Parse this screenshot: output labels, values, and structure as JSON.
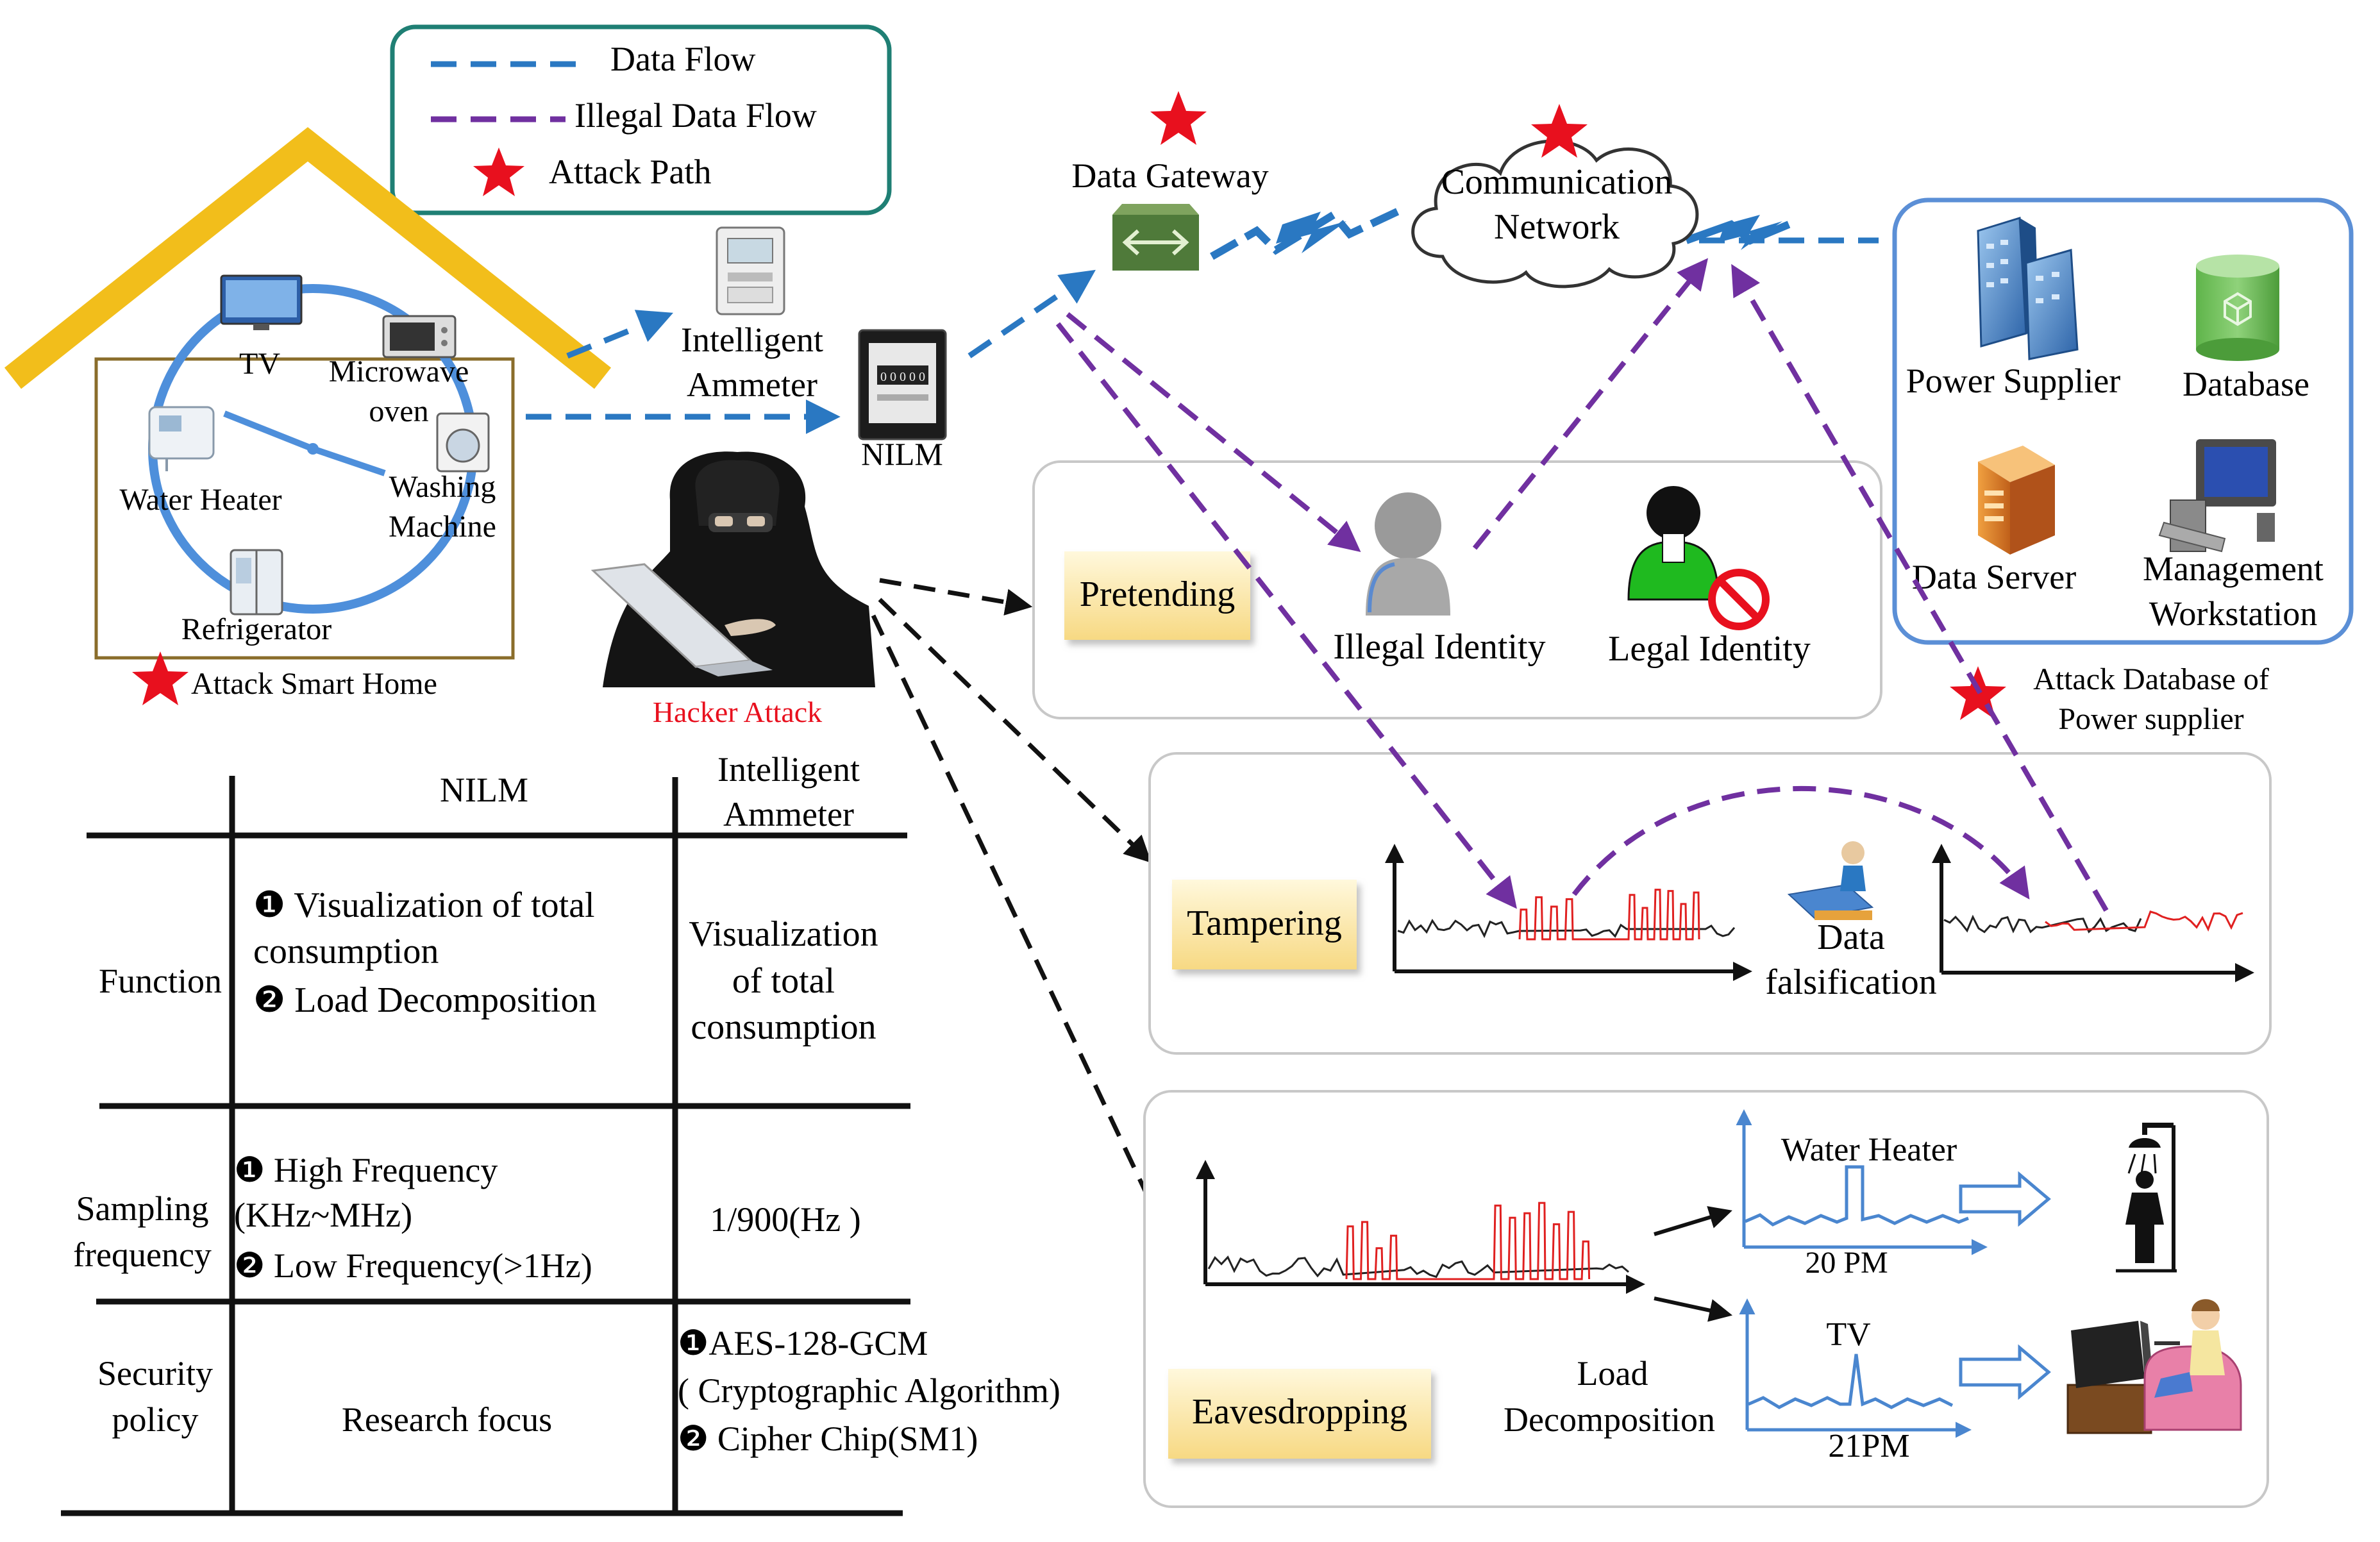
{
  "legend": {
    "data_flow": "Data Flow",
    "illegal_data_flow": "Illegal Data Flow",
    "attack_path": "Attack Path"
  },
  "home": {
    "appliances": {
      "tv": "TV",
      "microwave_line1": "Microwave",
      "microwave_line2": "oven",
      "water_heater": "Water Heater",
      "washing_line1": "Washing",
      "washing_line2": "Machine",
      "refrigerator": "Refrigerator"
    },
    "attack_label": "Attack Smart Home"
  },
  "devices": {
    "ammeter_line1": "Intelligent",
    "ammeter_line2": "Ammeter",
    "nilm": "NILM",
    "gateway": "Data Gateway",
    "network_line1": "Communication",
    "network_line2": "Network"
  },
  "supplier": {
    "power_supplier": "Power Supplier",
    "database": "Database",
    "data_server": "Data Server",
    "workstation_line1": "Management",
    "workstation_line2": "Workstation",
    "attack_line1": "Attack Database of",
    "attack_line2": "Power supplier"
  },
  "hacker": {
    "label": "Hacker Attack"
  },
  "attacks": {
    "pretending": {
      "label": "Pretending",
      "illegal_identity": "Illegal Identity",
      "legal_identity": "Legal Identity"
    },
    "tampering": {
      "label": "Tampering",
      "falsification_line1": "Data",
      "falsification_line2": "falsification"
    },
    "eavesdropping": {
      "label": "Eavesdropping",
      "load_line1": "Load",
      "load_line2": "Decomposition",
      "water_heater": "Water Heater",
      "water_time": "20 PM",
      "tv": "TV",
      "tv_time": "21PM"
    }
  },
  "table": {
    "header": {
      "nilm": "NILM",
      "ammeter_line1": "Intelligent",
      "ammeter_line2": "Ammeter"
    },
    "function": {
      "label": "Function",
      "nilm_line1": "❶ Visualization of total",
      "nilm_line2": "consumption",
      "nilm_line3": "❷    Load Decomposition",
      "ammeter_line1": "Visualization",
      "ammeter_line2": "of total",
      "ammeter_line3": "consumption"
    },
    "sampling": {
      "label_line1": "Sampling",
      "label_line2": "frequency",
      "nilm_line1": "❶ High Frequency",
      "nilm_line2": "(KHz~MHz)",
      "nilm_line3": "❷ Low Frequency(>1Hz)",
      "ammeter": "1/900(Hz )"
    },
    "security": {
      "label_line1": "Security",
      "label_line2": "policy",
      "nilm": "Research focus",
      "ammeter_line1": "❶AES-128-GCM",
      "ammeter_line2": "( Cryptographic Algorithm)",
      "ammeter_line3": "❷ Cipher Chip(SM1)"
    }
  },
  "colors": {
    "data_flow": "#2a78c2",
    "illegal_flow": "#7030a0",
    "attack_star": "#e8101e",
    "roof": "#f2be1b",
    "legend_border": "#1f7f74",
    "supplier_border": "#5b8fd6",
    "label_fill": "#fbe9b0",
    "signal_red": "#e02020",
    "axis_blue": "#4a86cf"
  }
}
